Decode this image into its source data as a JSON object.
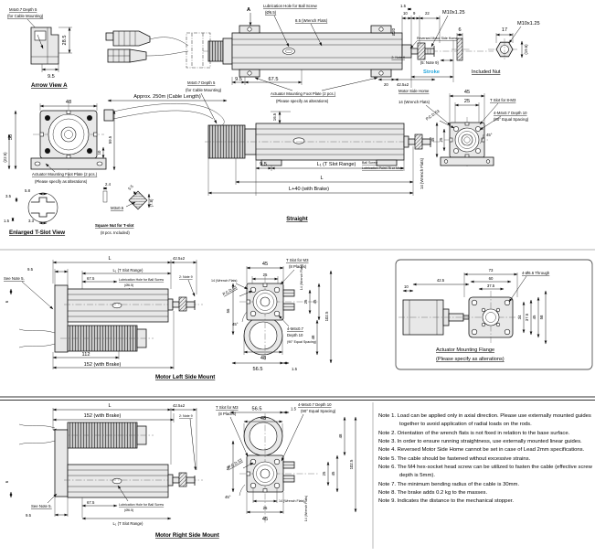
{
  "colors": {
    "stroke_blue": "#29a8dd",
    "line": "#111111",
    "fill_gray": "#e8e8e8"
  },
  "views": {
    "arrow_a": {
      "tap1": "M4x0.7 Depth 5",
      "tap2": "(for Cable Mounting)",
      "d28_5": "28.5",
      "d9_5": "9.5",
      "title": "Arrow View A"
    },
    "top": {
      "a": "A",
      "lube1": "Lubrication Hole for Ball Screw",
      "lube2": "(Ø6.5)",
      "wrench": "8.5 (Wrench Flats)",
      "d1_5": "1.5",
      "d10": "10",
      "d9": "9",
      "d22": "22",
      "thread": "M10x1.25",
      "dia20": "Ø20",
      "d9_5": "9.5",
      "d67_5": "67.5",
      "tap1": "M4x0.7 Depth 5",
      "tap2": "(for Cable Mounting)",
      "pad1": "Actuator Mounting Foot Plate (2 pcs.)",
      "pad2": "(Please specify as alterations)",
      "d20": "20",
      "d42_5": "42.5±2",
      "n2": "2: Note 9",
      "n5": "(5: Note 9)",
      "stroke": "Stroke",
      "home": "Motor Side Home",
      "rev_home": "Reversed Motor Side Home"
    },
    "nut": {
      "d6": "6",
      "d17": "17",
      "thread": "M10x1.25",
      "d19_6": "(19.6)",
      "title": "Included Nut"
    },
    "end_s": {
      "d45": "45",
      "d25": "25",
      "tslot": "T Slot for 8-M3",
      "tap1": "4-M4x0.7 Depth 10",
      "tap2": "(90° Equal Spacing)",
      "deg": "45°",
      "wrench_h": "14 (Wrench Flats)",
      "wrench_v": "14 (Wrench Flats)",
      "pcd": "P.C.D.53",
      "d45v": "45",
      "d25v": "25"
    },
    "front": {
      "d48": "48",
      "d58": "58",
      "d10": "10",
      "d59_5": "59.5",
      "d22_5": "(22.5)",
      "foot1": "Actuator Mounting Foot Plate (2 pcs.)",
      "foot2": "(Please specify as alterations)"
    },
    "tslot": {
      "d3_5": "3.5",
      "d5_8": "5.8",
      "d1_5": "1.5",
      "d3_3": "3.3",
      "title": "Enlarged T-Slot View"
    },
    "sqnut": {
      "d2_4": "2.4",
      "d5_5": "5.5",
      "thread": "M3x0.5",
      "d7_8": "(7.8)",
      "t1": "Square Nut for T-slot",
      "t2": "(8 pcs. Included)"
    },
    "straight": {
      "cable": "Approx. 250m (Cable Length)",
      "tap1": "M4x0.7 Depth 5",
      "tap2": "(for Cable Mounting)",
      "d16_5": "16.5",
      "d9_5": "9.5",
      "lrange": "L₁ (T Slot Range)",
      "l": "L",
      "l40": "L+40 (with Brake)",
      "title": "Straight",
      "ball1": "Ball Screw",
      "ball2": "Lubrication Point 75 or More"
    },
    "left": {
      "l": "L",
      "d42_5": "42.5±2",
      "d9_5": "9.5",
      "lrange": "L₁ (T Slot Range)",
      "see": "See Note 5.",
      "d67_5": "67.5",
      "lube1": "Lubrication Hole for Ball Screw",
      "lube2": "(Ø6.5)",
      "d6": "6",
      "d112": "112",
      "d152": "152 (with Brake)",
      "n2": "2: Note 9",
      "title": "Motor Left Side Mount"
    },
    "left_end": {
      "ts1": "T Slot for M3",
      "ts2": "(8 Places)",
      "d45": "45",
      "d25": "25",
      "wrench_h": "14 (Wrench Flats)",
      "wrench_v": "14 (Wrench Flats)",
      "pcd": "P.C.D.53",
      "d56": "56",
      "deg": "45°",
      "tap1": "4-M4x0.7",
      "tap2": "Depth 10",
      "tap3": "(90° Equal Spacing)",
      "d48": "48",
      "d56_5": "56.5",
      "d1_5": "1.5",
      "d25v": "25",
      "d45v": "45",
      "d48v": "48",
      "d102_5": "102.5"
    },
    "flange": {
      "d10": "10",
      "d42_5": "42.5",
      "d73": "73",
      "d60": "60",
      "d37_5": "37.5",
      "holes": "4-Ø6.6 Through",
      "d34": "34",
      "d37_5b": "37.5",
      "d45": "45",
      "d58": "58",
      "t1": "Actuator Mounting Flange",
      "t2": "(Please specify as alterations)"
    },
    "right": {
      "l": "L",
      "d42_5": "42.5±2",
      "d152": "152 (with Brake)",
      "d112": "112",
      "d6": "6",
      "see": "See Note 5.",
      "d67_5": "67.5",
      "lube1": "Lubrication Hole for Ball Screw",
      "lube2": "(Ø6.5)",
      "d9_5": "9.5",
      "lrange": "L₁ (T Slot Range)",
      "n2": "2: Note 9",
      "title": "Motor Right Side Mount"
    },
    "right_end": {
      "ts1": "T Slot for M3",
      "ts2": "(8 Places)",
      "d56_5": "56.5",
      "d48": "48",
      "d1_5": "1.5",
      "tap1": "4-M4x0.7 Depth 10",
      "tap2": "(90° Equal Spacing)",
      "d56": "56",
      "pcd": "P.C.D.53",
      "deg": "45°",
      "d25": "25",
      "d45": "45",
      "d48v": "48",
      "d102_5": "102.5",
      "d25v": "25",
      "d45v": "45",
      "wrench_h": "14 (Wrench Flats)",
      "wrench_v": "14 (Wrench Flats)"
    }
  },
  "notes": [
    "Note 1. Load can be applied only in axial direction. Please use externally mounted guides together to avoid application of radial loads on the rods.",
    "Note 2. Orientation of the wrench flats is not fixed in relation to the base surface.",
    "Note 3. In order to ensure running straightness, use externally mounted linear guides.",
    "Note 4. Reversed Motor Side Home cannot be set in case of Lead 2mm specifications.",
    "Note 5. The cable should be fastened without excessive strains.",
    "Note 6. The M4 hex-socket head screw can be utilized to fasten the cable (effective screw depth is 5mm).",
    "Note 7. The minimum bending radius of the cable is 30mm.",
    "Note 8. The brake adds 0.2 kg to the masses.",
    "Note 9. Indicates the distance to the mechanical stopper."
  ]
}
